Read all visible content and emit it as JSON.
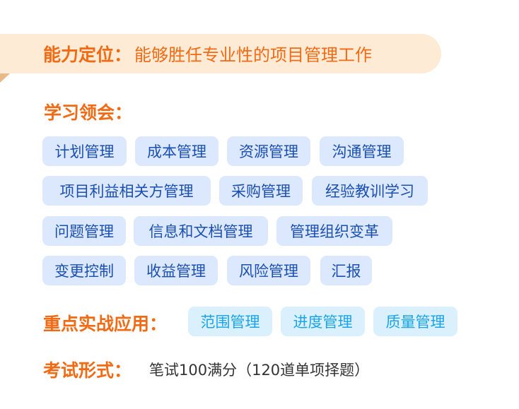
{
  "banner": {
    "label": "能力定位：",
    "text": "能够胜任专业性的项目管理工作"
  },
  "learning": {
    "title": "学习领会：",
    "tags": [
      "计划管理",
      "成本管理",
      "资源管理",
      "沟通管理",
      "项目利益相关方管理",
      "采购管理",
      "经验教训学习",
      "问题管理",
      "信息和文档管理",
      "管理组织变革",
      "变更控制",
      "收益管理",
      "风险管理",
      "汇报"
    ]
  },
  "practice": {
    "title": "重点实战应用：",
    "tags": [
      "范围管理",
      "进度管理",
      "质量管理"
    ]
  },
  "exam": {
    "title": "考试形式：",
    "text": "笔试100满分（120道单项择题）"
  },
  "colors": {
    "accent_orange": "#f26a13",
    "banner_bg": "#fdebd6",
    "tag_blue_bg": "#dce8fd",
    "tag_blue_text": "#1a4fb0",
    "tag_cyan_bg": "#daf1fd",
    "tag_cyan_text": "#1aa3e8"
  }
}
